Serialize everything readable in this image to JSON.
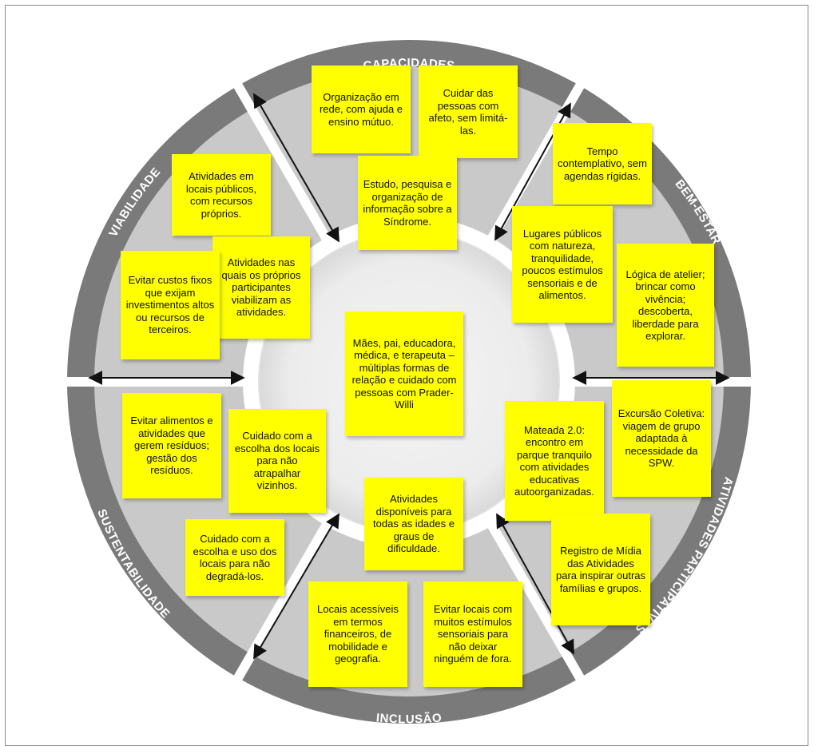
{
  "diagram": {
    "center_text": "Mães, pai, educadora, médica, e terapeuta – múltiplas formas de relação e cuidado com pessoas com Prader-Willi",
    "sectors": [
      {
        "id": "capacidades",
        "label": "CAPACIDADES"
      },
      {
        "id": "bem-estar",
        "label": "BEM-ESTAR"
      },
      {
        "id": "atividades-participativas",
        "label": "ATIVIDADES PARTICIPATIVAS"
      },
      {
        "id": "inclusao",
        "label": "INCLUSÃO"
      },
      {
        "id": "sustentabilidade",
        "label": "SUSTENTABILIDADE"
      },
      {
        "id": "viabilidade",
        "label": "VIABILIDADE"
      }
    ],
    "notes": {
      "capacidades": [
        "Organização em rede, com ajuda e ensino mútuo.",
        "Cuidar das pessoas com afeto, sem limitá-las.",
        "Estudo, pesquisa e organização de informação sobre a Síndrome."
      ],
      "bem_estar": [
        "Tempo contemplativo, sem agendas rígidas.",
        "Lugares públicos com natureza, tranquilidade, poucos estímulos sensoriais e de alimentos.",
        "Lógica de atelier; brincar como vivência; descoberta, liberdade para explorar."
      ],
      "atividades_participativas": [
        "Excursão Coletiva: viagem de grupo adaptada à necessidade da SPW.",
        "Mateada 2.0: encontro em parque tranquilo com atividades educativas autoorganizadas.",
        "Registro de Mídia das Atividades para inspirar outras famílias e grupos."
      ],
      "inclusao": [
        "Atividades disponíveis para todas as idades e graus de dificuldade.",
        "Locais acessíveis em termos financeiros, de mobilidade e geografia.",
        "Evitar locais com muitos estímulos sensoriais para não deixar ninguém de fora."
      ],
      "sustentabilidade": [
        "Evitar alimentos e atividades que gerem resíduos; gestão dos resíduos.",
        "Cuidado com a escolha dos locais para não atrapalhar vizinhos.",
        "Cuidado com a escolha e uso dos locais para não degradá-los."
      ],
      "viabilidade": [
        "Atividades em locais públicos, com recursos próprios.",
        "Atividades nas quais os próprios participantes viabilizam as atividades.",
        "Evitar custos fixos que exijam investimentos altos ou recursos de terceiros."
      ]
    }
  }
}
